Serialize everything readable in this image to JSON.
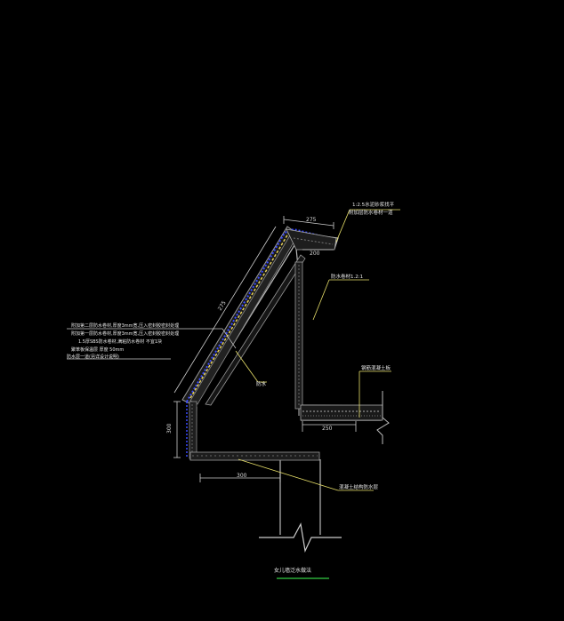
{
  "title": "",
  "dimensions": {
    "top_width": "275",
    "slope_length": "275",
    "left_height": "300",
    "top_small": "200",
    "bottom_width": "300",
    "right_bottom": "250"
  },
  "callouts": {
    "top_right": [
      "1:2.5水泥砂浆找平",
      "附加层防水卷材一道"
    ],
    "right_mid": "防水卷材1.2:1",
    "right_low": "钢筋混凝土板",
    "left_notes": [
      "附加第二层防水卷材,厚度3mm宽,压入密封胶密封处理",
      "附加第一层防水卷材,厚度3mm宽,压入密封胶密封处理",
      "1.5厚SBS防水卷材,满粘防水卷材 不宜1块",
      "聚苯板保温层 厚度 50mm",
      "防水层一道(另详设计说明)"
    ],
    "mid_label": "防水",
    "bottom_right": "混凝土结构防水层"
  },
  "footer_label": "女儿墙泛水做法"
}
